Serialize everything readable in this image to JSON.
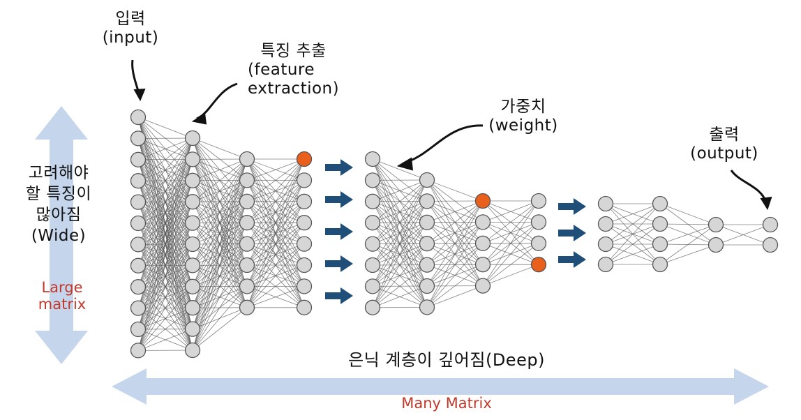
{
  "labels": {
    "input_ko": "입력",
    "input_en": "(input)",
    "feature_ko": "특징 추출",
    "feature_en_1": "(feature",
    "feature_en_2": "extraction)",
    "weight_ko": "가중치",
    "weight_en": "(weight)",
    "output_ko": "출력",
    "output_en": "(output)",
    "wide_line1": "고려해야",
    "wide_line2": "할 특징이",
    "wide_line3": "많아짐",
    "wide_en": "(Wide)",
    "large_line1": "Large",
    "large_line2": "matrix",
    "deep": "은닉 계층이 깊어짐(Deep)",
    "many_matrix": "Many Matrix"
  },
  "networks": [
    {
      "layers": [
        12,
        11,
        8,
        8
      ]
    },
    {
      "layers": [
        8,
        7,
        5,
        4
      ]
    },
    {
      "layers": [
        4,
        4,
        2,
        2
      ]
    }
  ],
  "highlight_color": "#e8601c",
  "node_color": "#d6d6d6",
  "arrow_color": "#1f4e79",
  "axis_arrow_color": "#c5d6ec",
  "label_red": "#c0392b"
}
